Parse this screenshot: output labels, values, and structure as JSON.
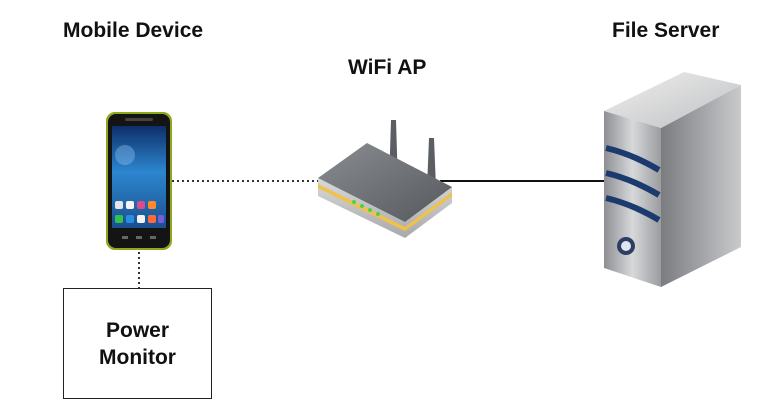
{
  "labels": {
    "mobile_device": "Mobile Device",
    "wifi_ap": "WiFi AP",
    "file_server": "File Server"
  },
  "power_monitor": {
    "line1": "Power",
    "line2": "Monitor"
  },
  "icons": {
    "phone": "smartphone-icon",
    "router": "wifi-router-icon",
    "server": "server-tower-icon"
  },
  "colors": {
    "phone_body": "#8fa81b",
    "phone_screen": "#1f6fb0",
    "router_accent": "#f0c24a",
    "server_stripe": "#1b3a6e"
  }
}
